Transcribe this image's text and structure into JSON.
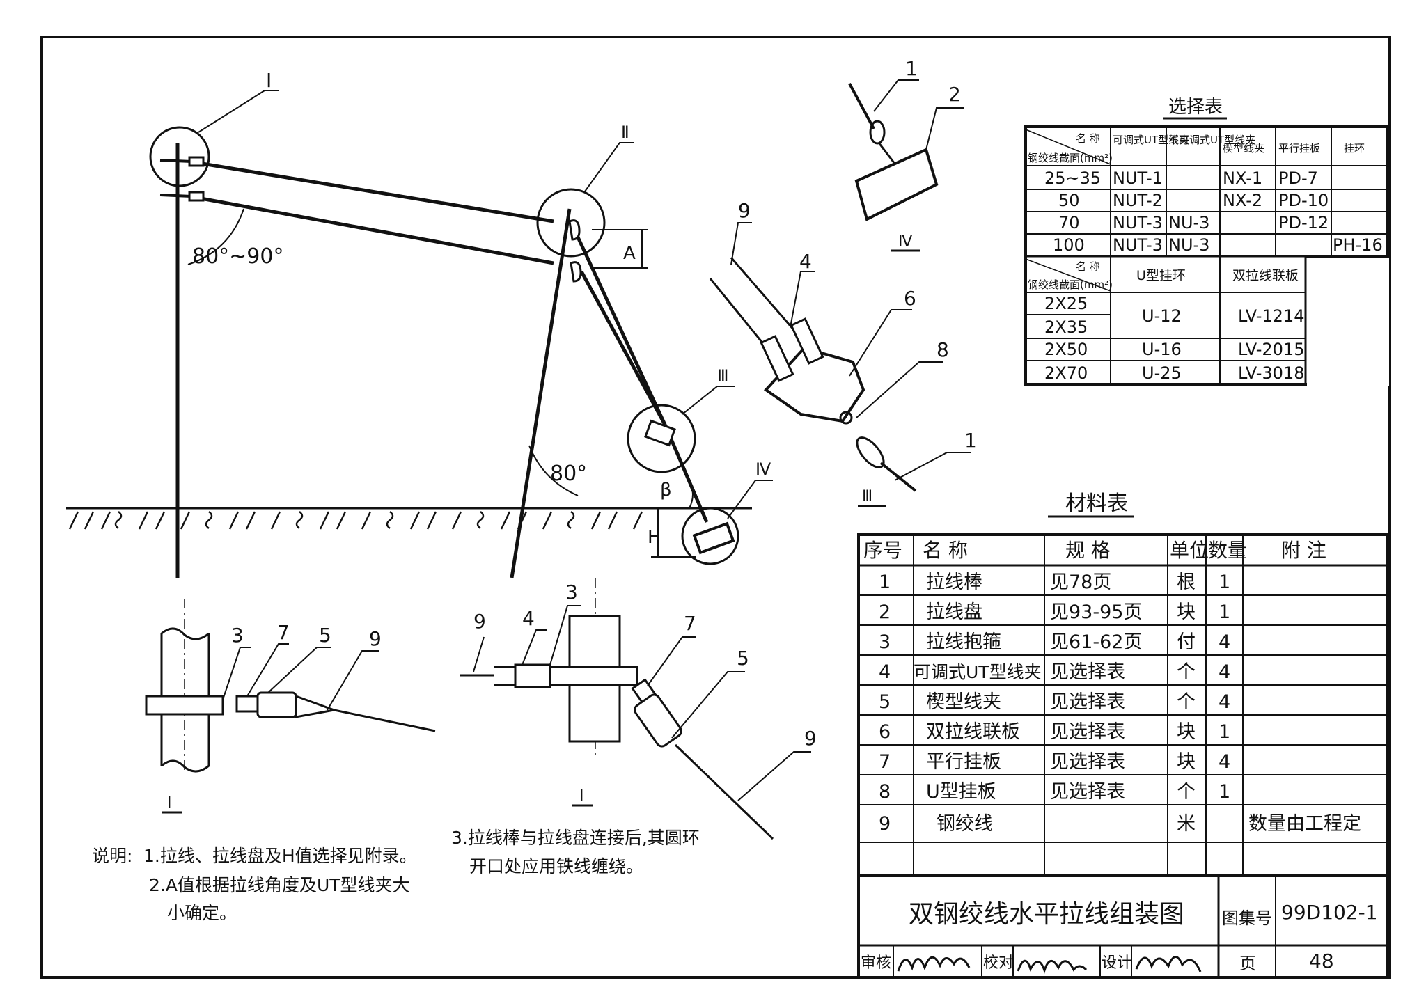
{
  "select_table": {
    "title": "选择表",
    "header1": {
      "name_top": "名 称",
      "name_left": "钢绞线截面(mm²)",
      "cols": [
        "可调式UT型线夹",
        "不可调式UT型线夹",
        "楔型线夹",
        "平行挂板",
        "挂环"
      ]
    },
    "rows1": [
      {
        "size": "25~35",
        "ut_adj": "NUT-1",
        "ut_fix": "",
        "wedge": "NX-1",
        "plate": "PD-7",
        "ring": ""
      },
      {
        "size": "50",
        "ut_adj": "NUT-2",
        "ut_fix": "",
        "wedge": "NX-2",
        "plate": "PD-10",
        "ring": ""
      },
      {
        "size": "70",
        "ut_adj": "NUT-3",
        "ut_fix": "NU-3",
        "wedge": "",
        "plate": "PD-12",
        "ring": ""
      },
      {
        "size": "100",
        "ut_adj": "NUT-3",
        "ut_fix": "NU-3",
        "wedge": "",
        "plate": "",
        "ring": "PH-16"
      }
    ],
    "header2": {
      "name_top": "名 称",
      "name_left": "钢绞线截面(mm²)",
      "cols": [
        "U型挂环",
        "双拉线联板"
      ]
    },
    "rows2": [
      {
        "size": "2X25",
        "u_ring": "U-12",
        "link": "LV-1214"
      },
      {
        "size": "2X35",
        "u_ring": "",
        "link": ""
      },
      {
        "size": "2X50",
        "u_ring": "U-16",
        "link": "LV-2015"
      },
      {
        "size": "2X70",
        "u_ring": "U-25",
        "link": "LV-3018"
      }
    ]
  },
  "material_table": {
    "title": "材料表",
    "headers": [
      "序号",
      "名  称",
      "规  格",
      "单位",
      "数量",
      "附  注"
    ],
    "rows": [
      {
        "no": "1",
        "name": "拉线棒",
        "spec": "见78页",
        "unit": "根",
        "qty": "1",
        "note": ""
      },
      {
        "no": "2",
        "name": "拉线盘",
        "spec": "见93-95页",
        "unit": "块",
        "qty": "1",
        "note": ""
      },
      {
        "no": "3",
        "name": "拉线抱箍",
        "spec": "见61-62页",
        "unit": "付",
        "qty": "4",
        "note": ""
      },
      {
        "no": "4",
        "name": "可调式UT型线夹",
        "spec": "见选择表",
        "unit": "个",
        "qty": "4",
        "note": ""
      },
      {
        "no": "5",
        "name": "楔型线夹",
        "spec": "见选择表",
        "unit": "个",
        "qty": "4",
        "note": ""
      },
      {
        "no": "6",
        "name": "双拉线联板",
        "spec": "见选择表",
        "unit": "块",
        "qty": "1",
        "note": ""
      },
      {
        "no": "7",
        "name": "平行挂板",
        "spec": "见选择表",
        "unit": "块",
        "qty": "4",
        "note": ""
      },
      {
        "no": "8",
        "name": "U型挂板",
        "spec": "见选择表",
        "unit": "个",
        "qty": "1",
        "note": ""
      },
      {
        "no": "9",
        "name": "钢绞线",
        "spec": "",
        "unit": "米",
        "qty": "",
        "note": "数量由工程定"
      }
    ]
  },
  "title_block": {
    "drawing_title": "双钢绞线水平拉线组装图",
    "atlas_label": "图集号",
    "atlas_no": "99D102-1",
    "review_label": "审核",
    "check_label": "校对",
    "design_label": "设计",
    "page_label": "页",
    "page_no": "48",
    "signatures": [
      "审核签名",
      "校对签名",
      "设计签名"
    ]
  },
  "diagram_labels": {
    "detail_I": "Ⅰ",
    "detail_II": "Ⅱ",
    "detail_III": "Ⅲ",
    "detail_IV": "Ⅳ",
    "angle_range": "80°~90°",
    "angle_80": "80°",
    "dim_A": "A",
    "dim_H": "H",
    "angle_beta": "β"
  },
  "notes": {
    "lead": "说明:",
    "n1": "1.拉线、拉线盘及H值选择见附录。",
    "n2a": "2.A值根据拉线角度及UT型线夹大",
    "n2b": "小确定。",
    "n3a": "3.拉线棒与拉线盘连接后,其圆环",
    "n3b": "开口处应用铁线缠绕。"
  }
}
